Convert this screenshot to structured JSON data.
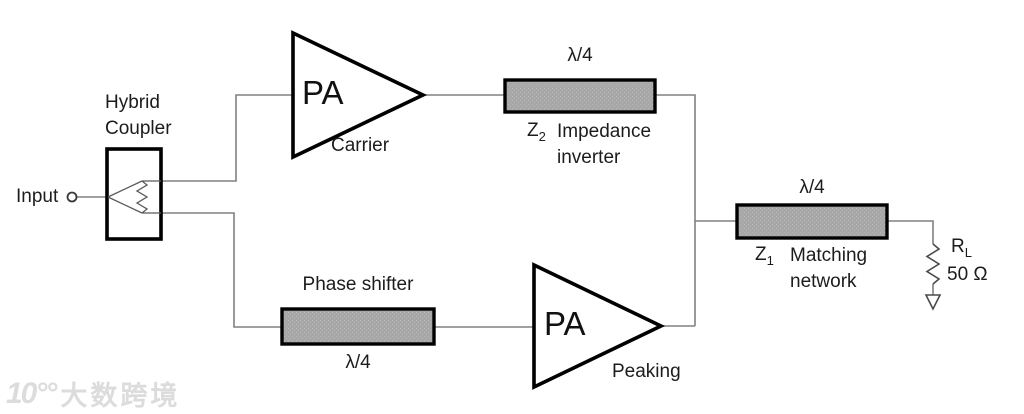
{
  "colors": {
    "wire": "#808080",
    "outline": "#000000",
    "inner_line": "#595959",
    "tline_fill": "#a7a7a7",
    "tline_dot": "#b8b8b8",
    "watermark": "#dcdcdc"
  },
  "blocks": {
    "input": {
      "label": "Input"
    },
    "hybrid_coupler": {
      "line1": "Hybrid",
      "line2": "Coupler"
    },
    "carrier": {
      "symbol": "PA",
      "label": "Carrier"
    },
    "peaking": {
      "symbol": "PA",
      "label": "Peaking"
    },
    "impedance_inverter": {
      "length": "λ/4",
      "z": "Z",
      "z_sub": "2",
      "desc1": "Impedance",
      "desc2": "inverter"
    },
    "phase_shifter": {
      "label": "Phase shifter",
      "length": "λ/4"
    },
    "matching_network": {
      "length": "λ/4",
      "z": "Z",
      "z_sub": "1",
      "desc1": "Matching",
      "desc2": "network"
    },
    "load": {
      "r": "R",
      "r_sub": "L",
      "value": "50 Ω"
    }
  },
  "watermark": {
    "logo": "10°°",
    "text": "大数跨境"
  }
}
